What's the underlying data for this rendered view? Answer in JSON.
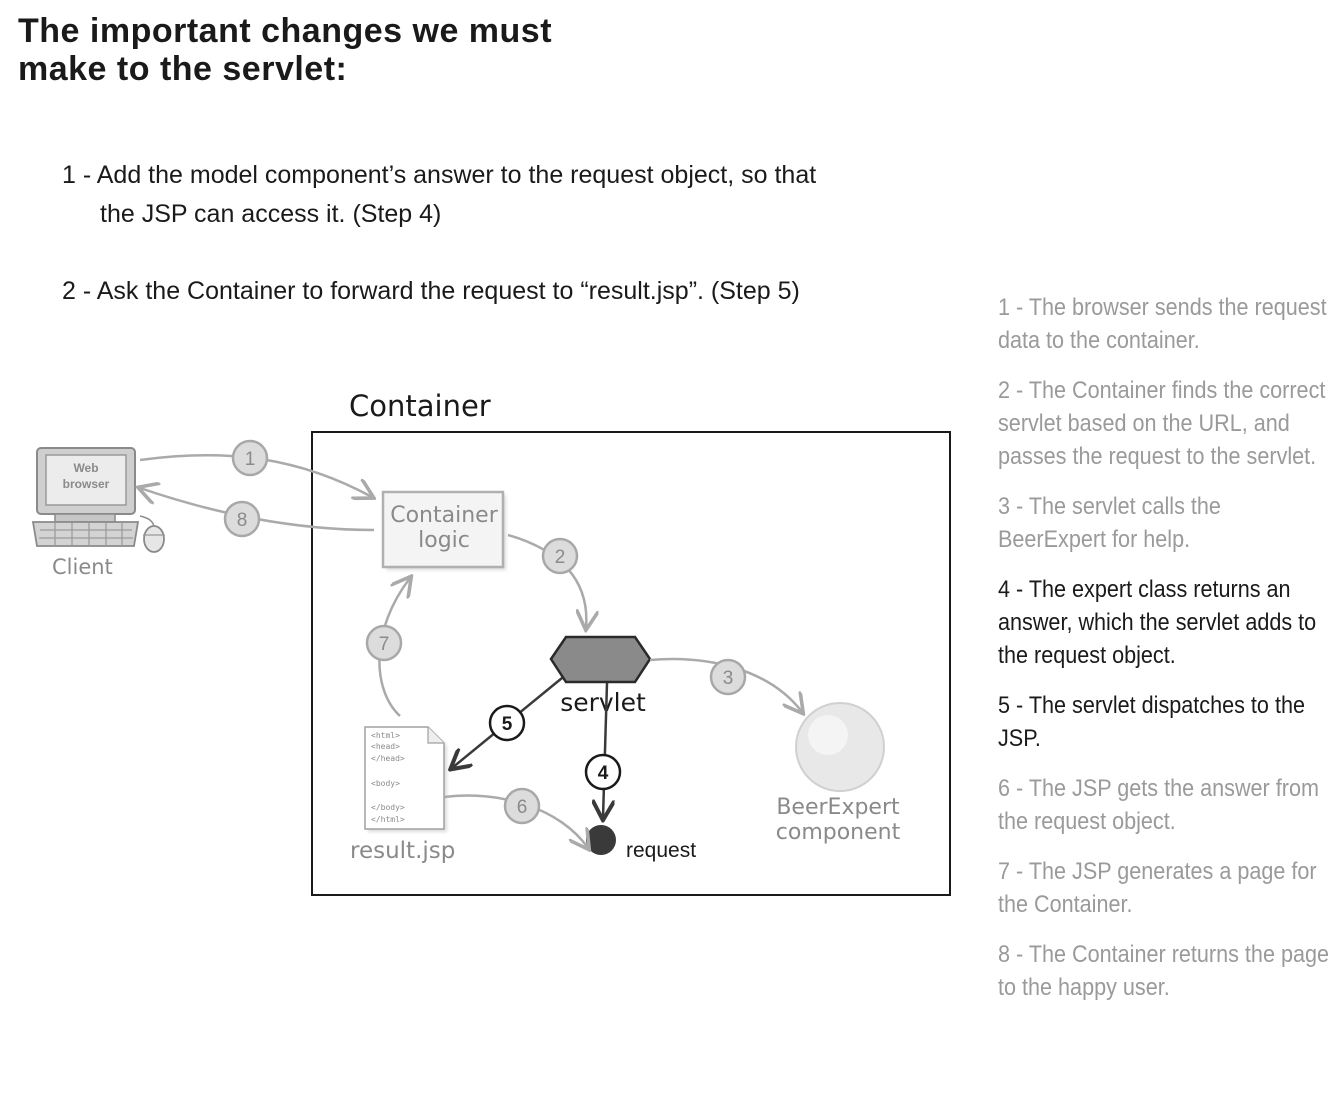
{
  "title": {
    "line1": "The important changes we must",
    "line2": "make to the servlet:"
  },
  "changes": [
    {
      "line1": "1 - Add the model component’s answer to the request object, so that",
      "line2": "the JSP can access it.  (Step 4)"
    },
    {
      "line1": "2 - Ask the Container to forward the request to “result.jsp”.  (Step 5)"
    }
  ],
  "diagram": {
    "container_label": "Container",
    "client_label": "Client",
    "browser_line1": "Web",
    "browser_line2": "browser",
    "container_logic_line1": "Container",
    "container_logic_line2": "logic",
    "servlet_label": "servlet",
    "request_label": "request",
    "beerexpert_line1": "BeerExpert",
    "beerexpert_line2": "component",
    "result_label": "result.jsp",
    "jsp_code": [
      "<html>",
      "<head>",
      "</head>",
      "",
      "<body>",
      "",
      "</body>",
      "</html>"
    ],
    "step_numbers": [
      "1",
      "2",
      "3",
      "4",
      "5",
      "6",
      "7",
      "8"
    ],
    "active_steps": [
      "4",
      "5"
    ]
  },
  "steps": [
    {
      "text": "1 - The browser sends the request data to the container.",
      "active": false
    },
    {
      "text": "2 - The Container finds the correct servlet based on the URL, and passes the request to the servlet.",
      "active": false
    },
    {
      "text": "3 - The servlet calls the BeerExpert for help.",
      "active": false
    },
    {
      "text": "4 - The expert class returns an answer, which the servlet adds to the request object.",
      "active": true
    },
    {
      "text": "5 - The servlet dispatches to the JSP.",
      "active": true
    },
    {
      "text": "6 - The JSP gets the answer from the request object.",
      "active": false
    },
    {
      "text": "7 - The JSP generates a page for the Container.",
      "active": false
    },
    {
      "text": "8 - The Container returns the page to the happy user.",
      "active": false
    }
  ],
  "colors": {
    "active": "#1a1a1a",
    "inactive": "#9a9a9a",
    "servlet_fill": "#8a8a8a"
  }
}
